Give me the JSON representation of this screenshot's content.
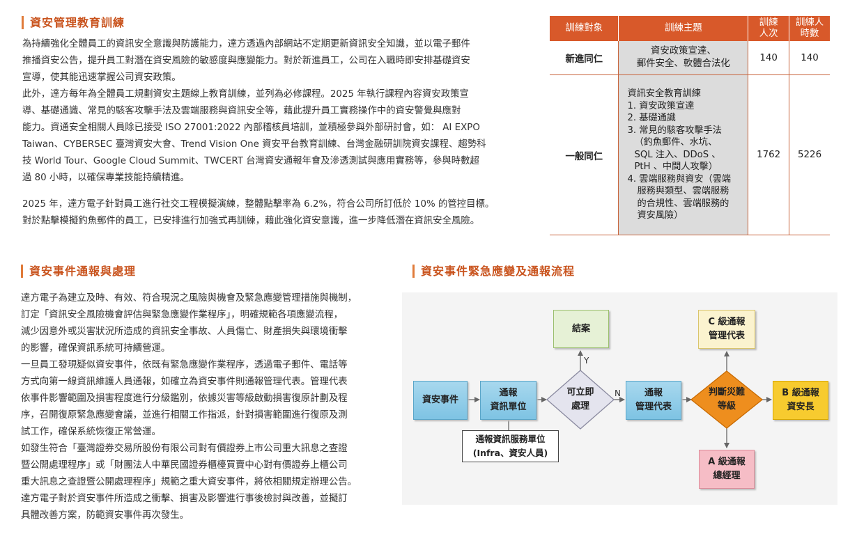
{
  "sections": {
    "training_title": "資安管理教育訓練",
    "incident_title": "資安事件通報與處理",
    "flow_title": "資安事件緊急應變及通報流程"
  },
  "training_text": {
    "p1": [
      "為持續強化全體員工的資訊安全意識與防護能力，達方透過內部網站不定期更新資訊安全知識，並以電子郵件",
      "推播資安公告，提升員工對潛在資安風險的敏感度與應變能力。對於新進員工，公司在入職時即安排基礎資安",
      "宣導，使其能迅速掌握公司資安政策。"
    ],
    "p2": [
      "此外，達方每年為全體員工規劃資安主題線上教育訓練，並列為必修課程。2025 年執行課程內容資安政策宣",
      "導、基礎通識、常見的駭客攻擊手法及雲端服務與資訊安全等，藉此提升員工實務操作中的資安警覺與應對",
      "能力。資通安全相關人員除已接受 ISO 27001:2022 內部稽核員培訓，並積極參與外部研討會，如： AI EXPO",
      "Taiwan、CYBERSEC 臺灣資安大會、Trend Vision One 資安平台教育訓練、台灣金融研訓院資安課程、趨勢科",
      "技 World Tour、Google Cloud Summit、TWCERT 台灣資安通報年會及滲透測試與應用實務等，參與時數超",
      "過 80 小時，以確保專業技能持續精進。"
    ],
    "p3": [
      "2025 年，達方電子針對員工進行社交工程模擬演練，整體點擊率為 6.2%，符合公司所訂低於 10% 的管控目標。",
      "對於點擊模擬釣魚郵件的員工，已安排進行加強式再訓練，藉此強化資安意識，進一步降低潛在資訊安全風險。"
    ]
  },
  "table": {
    "headers": [
      "訓練對象",
      "訓練主題",
      "訓練人次",
      "訓練人時數"
    ],
    "header_lines": [
      [
        "訓練對象"
      ],
      [
        "訓練主題"
      ],
      [
        "訓練",
        "人次"
      ],
      [
        "訓練人",
        "時數"
      ]
    ],
    "rows": [
      {
        "target": "新進同仁",
        "topic_lines": [
          "資安政策宣達、",
          "郵件安全、軟體合法化"
        ],
        "count": "140",
        "hours": "140"
      },
      {
        "target": "一般同仁",
        "topic_lines": [
          "資訊安全教育訓練",
          "1. 資安政策宣達",
          "2. 基礎通識",
          "3. 常見的駭客攻擊手法",
          "（釣魚郵件、水坑、",
          "SQL 注入、DDoS 、",
          "PtH 、中間人攻擊）",
          "4. 雲端服務與資安（雲端",
          "服務與類型、雲端服務",
          "的合規性、雲端服務的",
          "資安風險）"
        ],
        "count": "1762",
        "hours": "5226"
      }
    ]
  },
  "incident_text": {
    "p1": [
      "達方電子為建立及時、有效、符合現況之風險與機會及緊急應變管理措施與機制，",
      "訂定「資訊安全風險機會評估與緊急應變作業程序」，明確規範各項應變流程，",
      "減少因意外或災害狀況所造成的資訊安全事故、人員傷亡、財產損失與環境衝擊",
      "的影響，確保資訊系統可持續營運。"
    ],
    "p2": [
      "一旦員工發現疑似資安事件，依既有緊急應變作業程序，透過電子郵件、電話等",
      "方式向第一線資訊維護人員通報，如確立為資安事件則通報管理代表。管理代表",
      "依事件影響範圍及損害程度進行分級鑑別，依據災害等級啟動損害復原計劃及程",
      "序，召開復原緊急應變會議，並進行相關工作指派，針對損害範圍進行復原及測",
      "試工作，確保系統恢復正常營運。"
    ],
    "p3": [
      "如發生符合「臺灣證券交易所股份有限公司對有價證券上市公司重大訊息之查證",
      "暨公開處理程序」或「財團法人中華民國證券櫃檯買賣中心對有價證券上櫃公司",
      "重大訊息之查證暨公開處理程序」規範之重大資安事件，將依相關規定辦理公告。"
    ],
    "p4": [
      "達方電子對於資安事件所造成之衝擊、損害及影響進行事後檢討與改善，並擬訂",
      "具體改善方案，防範資安事件再次發生。"
    ]
  },
  "flow": {
    "event": "資安事件",
    "report_it": [
      "通報",
      "資訊單位"
    ],
    "decision": [
      "可立即",
      "處理"
    ],
    "closed": "結案",
    "report_mgr": [
      "通報",
      "管理代表"
    ],
    "judge": [
      "判斷災難",
      "等級"
    ],
    "c_level": [
      "C 級通報",
      "管理代表"
    ],
    "b_level": [
      "B 級通報",
      "資安長"
    ],
    "a_level": [
      "A 級通報",
      "總經理"
    ],
    "service_unit": [
      "通報資訊服務單位",
      "(Infra、資安人員)"
    ],
    "label_yes": "Y",
    "label_no": "N"
  }
}
